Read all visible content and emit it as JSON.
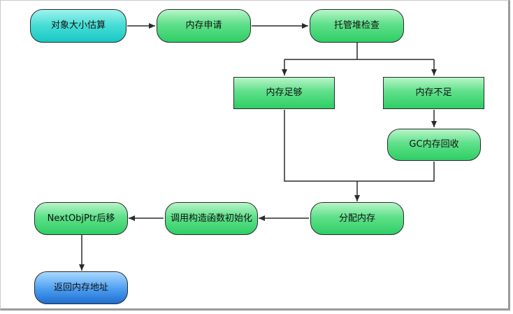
{
  "nodes": {
    "estimate": "对象大小估算",
    "alloc_request": "内存申请",
    "heap_check": "托管堆检查",
    "mem_enough": "内存足够",
    "mem_short": "内存不足",
    "gc": "GC内存回收",
    "alloc_memory": "分配内存",
    "constructor": "调用构造函数初始化",
    "next_ptr": "NextObjPtr后移",
    "return_addr": "返回内存地址"
  },
  "colors": {
    "start_fill": "#45dcd6",
    "step_fill": "#5fe08a",
    "end_fill": "#4b9df0",
    "edge": "#2a2a2a"
  }
}
